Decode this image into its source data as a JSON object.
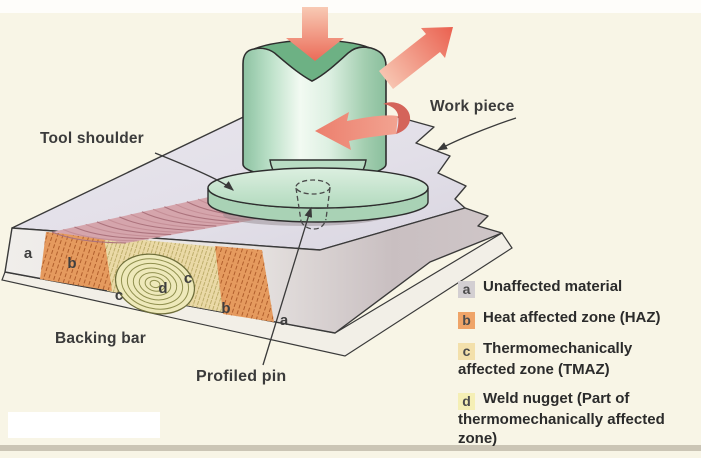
{
  "labels": {
    "tool_shoulder": "Tool shoulder",
    "work_piece": "Work piece",
    "backing_bar": "Backing bar",
    "profiled_pin": "Profiled pin"
  },
  "zone_letters": [
    "a",
    "b",
    "c",
    "d",
    "c",
    "b",
    "a"
  ],
  "legend": {
    "items": [
      {
        "letter": "a",
        "text": "Unaffected material",
        "color": "#d3cfd2"
      },
      {
        "letter": "b",
        "text": "Heat affected zone (HAZ)",
        "color": "#efa468"
      },
      {
        "letter": "c",
        "text": "Thermomechanically\naffected zone (TMAZ)",
        "color": "#f3e0ab"
      },
      {
        "letter": "d",
        "text": "Weld nugget (Part of\nthermomechanically affected\nzone)",
        "color": "#f5efb5"
      }
    ]
  },
  "colors": {
    "background": "#f8f5e6",
    "arrow_accent": "#ec7060",
    "tool_green": "#a8d2b4",
    "seam_pink": "#d5a5ac",
    "haz_orange": "#e59a5e",
    "nugget_yellow": "#eee9ba",
    "slab_top": "#e2dfe8",
    "outline": "#3a3a3a"
  }
}
